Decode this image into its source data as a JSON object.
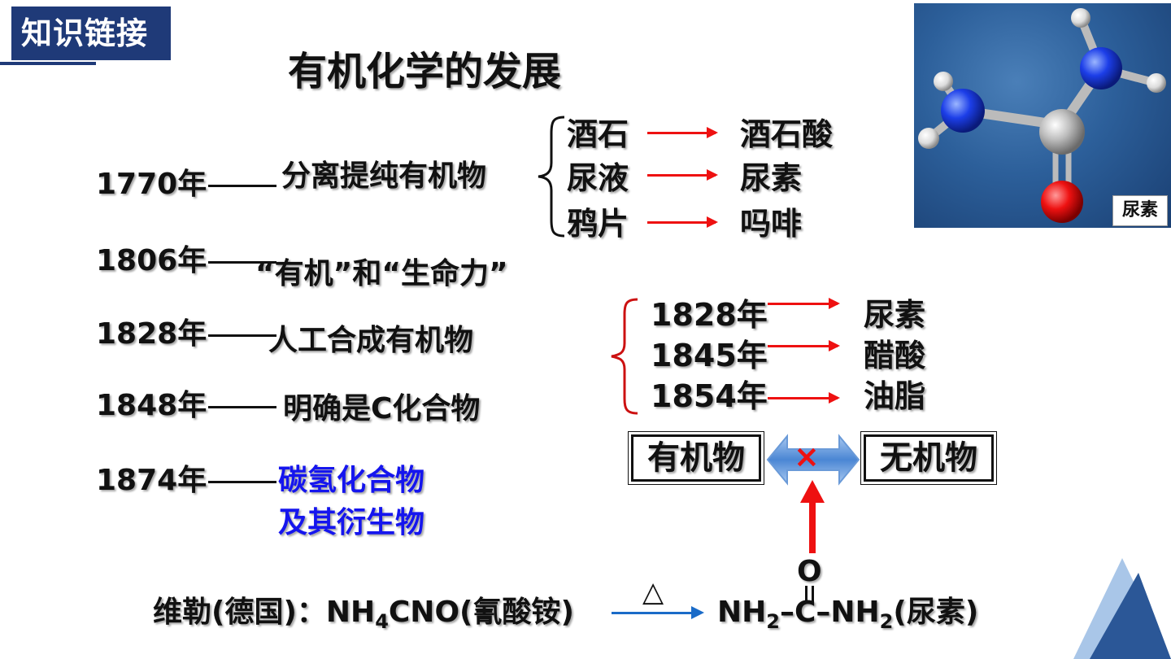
{
  "header": {
    "badge": "知识链接",
    "title": "有机化学的发展"
  },
  "timeline": [
    {
      "year": "1770年",
      "event": "分离提纯有机物"
    },
    {
      "year": "1806年",
      "event": "“有机”和“生命力”"
    },
    {
      "year": "1828年",
      "event": "人工合成有机物"
    },
    {
      "year": "1848年",
      "event": "明确是C化合物"
    },
    {
      "year": "1874年",
      "event_line1": "碳氢化合物",
      "event_line2": "及其衍生物"
    }
  ],
  "isolation": [
    {
      "from": "酒石",
      "to": "酒石酸"
    },
    {
      "from": "尿液",
      "to": "尿素"
    },
    {
      "from": "鸦片",
      "to": "吗啡"
    }
  ],
  "synthesis": [
    {
      "year": "1828年",
      "product": "尿素"
    },
    {
      "year": "1845年",
      "product": "醋酸"
    },
    {
      "year": "1854年",
      "product": "油脂"
    }
  ],
  "compare": {
    "left": "有机物",
    "right": "无机物",
    "cross_mark": "×"
  },
  "molecule_label": "尿素",
  "reaction": {
    "prefix": "维勒(德国)：",
    "reactant_a": "NH",
    "reactant_sub": "4",
    "reactant_b": "CNO(氰酸铵)",
    "condition": "△",
    "oxygen": "O",
    "prod_a": "NH",
    "prod_sub1": "2",
    "prod_b": "–C–NH",
    "prod_sub2": "2",
    "prod_c": "(尿素)"
  },
  "colors": {
    "brand": "#1f3a78",
    "accent_red": "#ee1111",
    "highlight_blue": "#1515ee"
  }
}
